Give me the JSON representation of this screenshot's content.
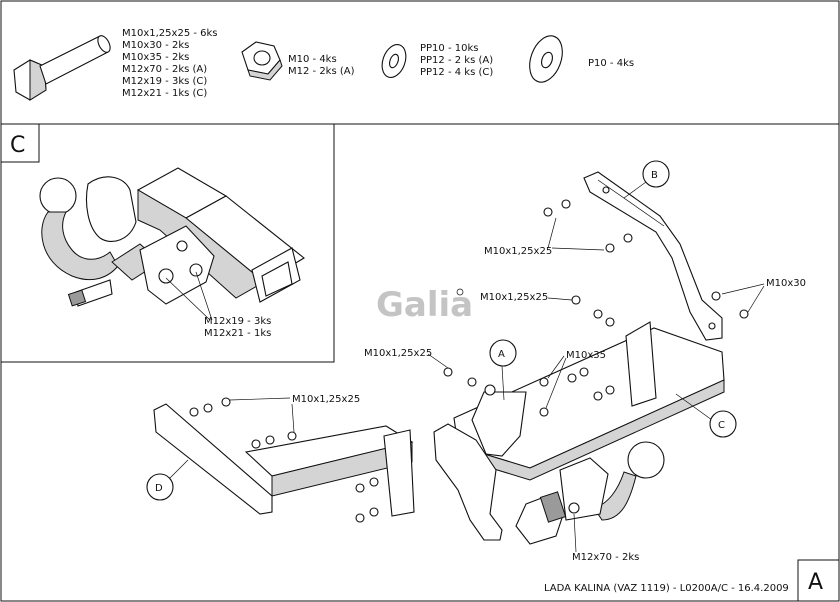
{
  "legend": {
    "bolt_lines": [
      "M10x1,25x25 - 6ks",
      "M10x30 - 2ks",
      "M10x35 - 2ks",
      "M12x70 - 2ks (A)",
      "M12x19 - 3ks (C)",
      "M12x21 - 1ks (C)"
    ],
    "nut_lines": [
      "M10 - 4ks",
      "M12 - 2ks (A)"
    ],
    "washer_lines": [
      "PP10 - 10ks",
      "PP12 - 2 ks (A)",
      "PP12 - 4 ks (C)"
    ],
    "big_washer_line": "P10 - 4ks"
  },
  "inset": {
    "letter": "C",
    "labels": [
      "M12x19 - 3ks",
      "M12x21 - 1ks"
    ]
  },
  "logo": "Galia",
  "callouts": {
    "A": "A",
    "B": "B",
    "C": "C",
    "D": "D"
  },
  "bolt_labels": {
    "b_bracket": "M10x1,25x25",
    "right_bolts": "M10x30",
    "mid_bolts": "M10x1,25x25",
    "a_bolts": "M10x1,25x25",
    "m10x35": "M10x35",
    "d_bolts": "M10x1,25x25",
    "m12x70": "M12x70 - 2ks"
  },
  "title_block": {
    "caption": "LADA KALINA (VAZ 1119) - L0200A/C - 16.4.2009",
    "variant": "A"
  }
}
